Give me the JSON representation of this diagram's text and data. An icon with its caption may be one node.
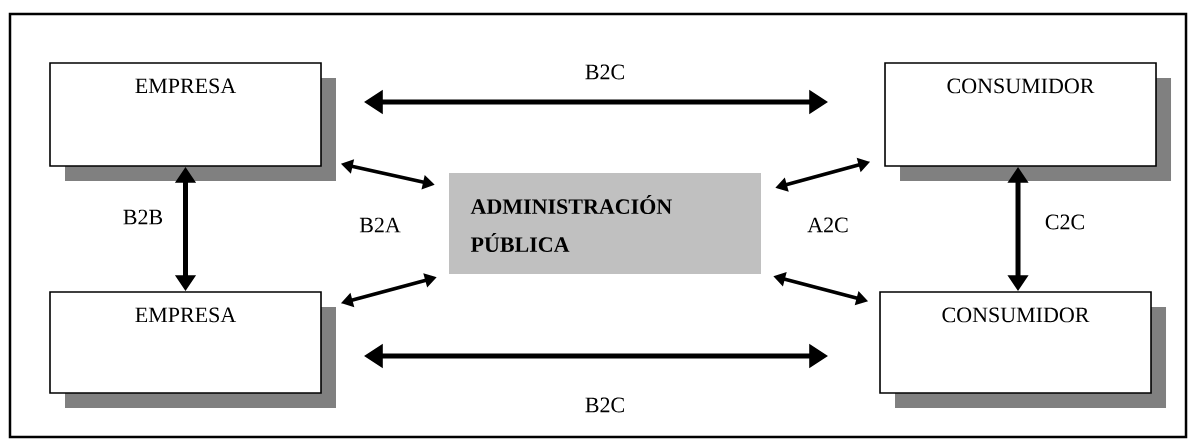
{
  "diagram": {
    "nodes": [
      {
        "text": [
          "EMPRESA"
        ]
      },
      {
        "text": [
          "CONSUMIDOR"
        ]
      },
      {
        "text": [
          "ADMINISTRACIÓN PÚBLICA"
        ]
      },
      {
        "text": [
          "EMPRESA"
        ]
      },
      {
        "text": [
          "CONSUMIDOR"
        ]
      }
    ],
    "edges": [
      {
        "from": 0,
        "to": 1,
        "arrow": "both",
        "label": "B2C"
      },
      {
        "from": 0,
        "to": 3,
        "arrow": "both",
        "label": "B2B"
      },
      {
        "from": 0,
        "to": 2,
        "arrow": "both"
      },
      {
        "from": 2,
        "to": 1,
        "arrow": "both"
      },
      {
        "from": 3,
        "to": 2,
        "arrow": "both"
      },
      {
        "from": 2,
        "to": 4,
        "arrow": "both"
      },
      {
        "from": 1,
        "to": 4,
        "arrow": "both",
        "label": "C2C"
      },
      {
        "from": 3,
        "to": 4,
        "arrow": "both",
        "label": "B2C"
      }
    ],
    "labels": [
      "B2A",
      "A2C"
    ]
  }
}
